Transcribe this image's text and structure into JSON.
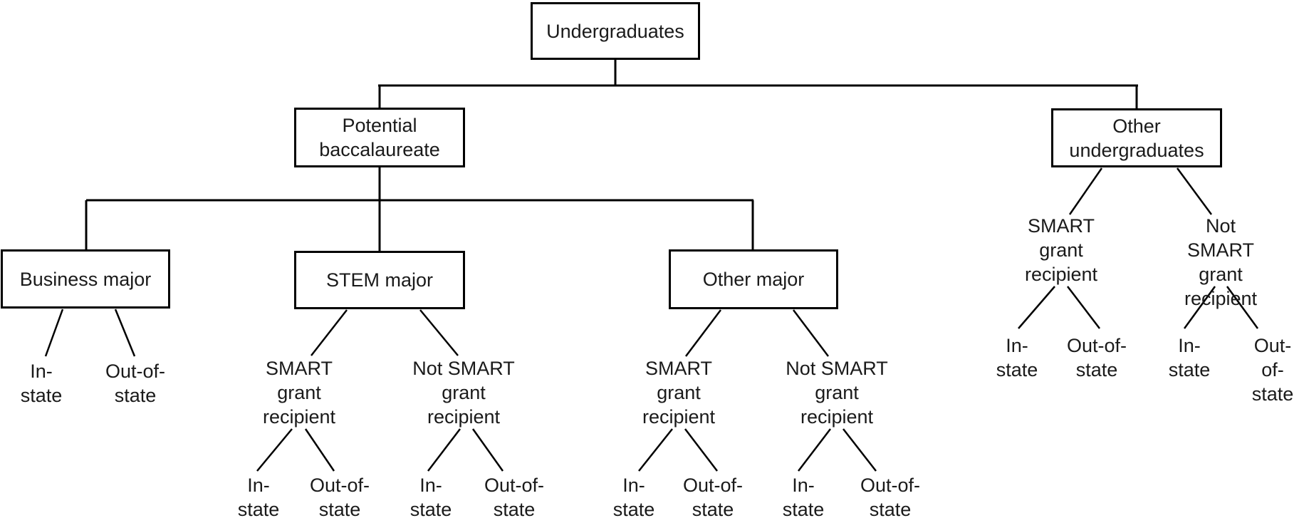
{
  "colors": {
    "background": "#ffffff",
    "line": "#000000",
    "text": "#1a1a1a"
  },
  "tree": {
    "label": "Undergraduates",
    "children": [
      {
        "label": "Potential\nbaccalaureate",
        "children": [
          {
            "label": "Business major",
            "children": [
              {
                "label": "In-\nstate"
              },
              {
                "label": "Out-of-\nstate"
              }
            ]
          },
          {
            "label": "STEM major",
            "children": [
              {
                "label": "SMART\ngrant\nrecipient",
                "children": [
                  {
                    "label": "In-\nstate"
                  },
                  {
                    "label": "Out-of-\nstate"
                  }
                ]
              },
              {
                "label": "Not SMART\ngrant\nrecipient",
                "children": [
                  {
                    "label": "In-\nstate"
                  },
                  {
                    "label": "Out-of-\nstate"
                  }
                ]
              }
            ]
          },
          {
            "label": "Other major",
            "children": [
              {
                "label": "SMART\ngrant\nrecipient",
                "children": [
                  {
                    "label": "In-\nstate"
                  },
                  {
                    "label": "Out-of-\nstate"
                  }
                ]
              },
              {
                "label": "Not SMART\ngrant\nrecipient",
                "children": [
                  {
                    "label": "In-\nstate"
                  },
                  {
                    "label": "Out-of-\nstate"
                  }
                ]
              }
            ]
          }
        ]
      },
      {
        "label": "Other\nundergraduates",
        "children": [
          {
            "label": "SMART\ngrant\nrecipient",
            "children": [
              {
                "label": "In-\nstate"
              },
              {
                "label": "Out-of-\nstate"
              }
            ]
          },
          {
            "label": "Not SMART\ngrant\nrecipient",
            "children": [
              {
                "label": "In-\nstate"
              },
              {
                "label": "Out-of-\nstate"
              }
            ]
          }
        ]
      }
    ]
  }
}
